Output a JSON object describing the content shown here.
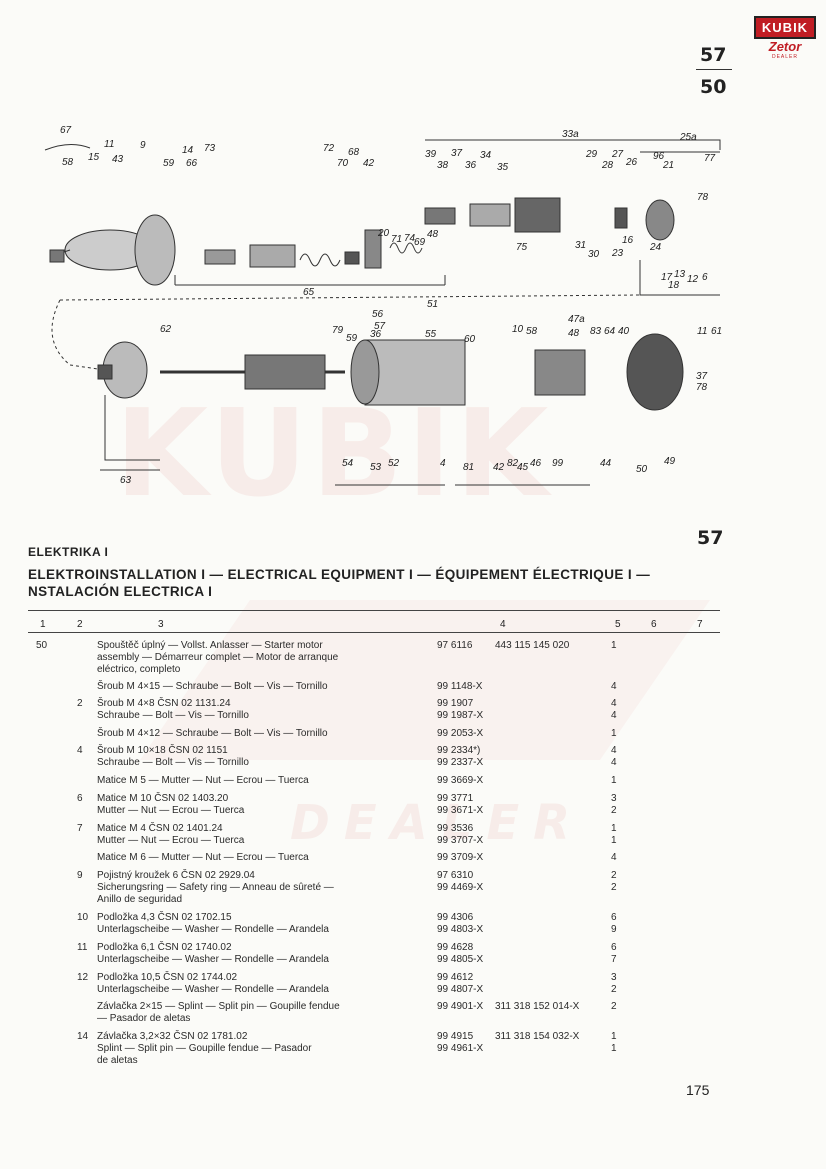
{
  "logo": {
    "brand": "KUBIK",
    "sub": "Zetor",
    "dealer": "DEALER"
  },
  "page_ref": {
    "top": "57",
    "bottom": "50"
  },
  "figure_number": "57",
  "diagram_labels": [
    "67",
    "58",
    "15",
    "11",
    "43",
    "9",
    "59",
    "14",
    "66",
    "73",
    "72",
    "70",
    "68",
    "42",
    "39",
    "38",
    "37",
    "36",
    "34",
    "35",
    "20",
    "71",
    "74",
    "69",
    "48",
    "65",
    "75",
    "33a",
    "29",
    "28",
    "27",
    "26",
    "23",
    "31",
    "30",
    "16",
    "96",
    "21",
    "25a",
    "77",
    "78",
    "17",
    "13",
    "12",
    "6",
    "18",
    "24",
    "51",
    "56",
    "57",
    "55",
    "36",
    "60",
    "62",
    "79",
    "59",
    "10",
    "58",
    "47a",
    "48",
    "83",
    "64",
    "40",
    "11",
    "61",
    "37",
    "78",
    "49",
    "50",
    "44",
    "81",
    "42",
    "82",
    "45",
    "46",
    "99",
    "4",
    "52",
    "54",
    "53",
    "63"
  ],
  "headings": {
    "title": "ELEKTRIKA I",
    "line1": "ELEKTROINSTALLATION I — ELECTRICAL EQUIPMENT I — ÉQUIPEMENT ÉLECTRIQUE I —",
    "line2": "NSTALACIÓN ELECTRICA I"
  },
  "columns": [
    "1",
    "2",
    "3",
    "4",
    "5",
    "6",
    "7"
  ],
  "rows": [
    {
      "fig": "50",
      "pos": "",
      "desc": [
        "Spouštěč úplný — Vollst. Anlasser — Starter motor",
        "assembly — Démarreur complet — Motor de arranque",
        "eléctrico, completo"
      ],
      "part": [
        "97 6116"
      ],
      "alt": [
        "443 115 145 020"
      ],
      "qty": [
        "1"
      ]
    },
    {
      "fig": "",
      "pos": "",
      "desc": [
        "Šroub M 4×15 — Schraube — Bolt — Vis — Tornillo"
      ],
      "part": [
        "99 1148-X"
      ],
      "alt": [
        ""
      ],
      "qty": [
        "4"
      ]
    },
    {
      "fig": "",
      "pos": "2",
      "desc": [
        "Šroub M 4×8  ČSN 02 1131.24",
        "Schraube — Bolt — Vis — Tornillo"
      ],
      "part": [
        "99 1907",
        "99 1987-X"
      ],
      "alt": [
        "",
        ""
      ],
      "qty": [
        "4",
        "4"
      ]
    },
    {
      "fig": "",
      "pos": "",
      "desc": [
        "Šroub M 4×12 — Schraube — Bolt — Vis — Tornillo"
      ],
      "part": [
        "99 2053-X"
      ],
      "alt": [
        ""
      ],
      "qty": [
        "1"
      ]
    },
    {
      "fig": "",
      "pos": "4",
      "desc": [
        "Šroub M 10×18  ČSN 02 1151",
        "Schraube — Bolt — Vis — Tornillo"
      ],
      "part": [
        "99 2334*)",
        "99 2337-X"
      ],
      "alt": [
        "",
        ""
      ],
      "qty": [
        "4",
        "4"
      ]
    },
    {
      "fig": "",
      "pos": "",
      "desc": [
        "Matice M 5 — Mutter — Nut — Ecrou — Tuerca"
      ],
      "part": [
        "99 3669-X"
      ],
      "alt": [
        ""
      ],
      "qty": [
        "1"
      ]
    },
    {
      "fig": "",
      "pos": "6",
      "desc": [
        "Matice M 10  ČSN 02 1403.20",
        "Mutter — Nut — Ecrou — Tuerca"
      ],
      "part": [
        "99 3771",
        "99 3671-X"
      ],
      "alt": [
        "",
        ""
      ],
      "qty": [
        "3",
        "2"
      ]
    },
    {
      "fig": "",
      "pos": "7",
      "desc": [
        "Matice M 4  ČSN 02 1401.24",
        "Mutter — Nut — Ecrou — Tuerca"
      ],
      "part": [
        "99 3536",
        "99 3707-X"
      ],
      "alt": [
        "",
        ""
      ],
      "qty": [
        "1",
        "1"
      ]
    },
    {
      "fig": "",
      "pos": "",
      "desc": [
        "Matice M 6 — Mutter — Nut — Ecrou — Tuerca"
      ],
      "part": [
        "99 3709-X"
      ],
      "alt": [
        ""
      ],
      "qty": [
        "4"
      ]
    },
    {
      "fig": "",
      "pos": "9",
      "desc": [
        "Pojistný kroužek 6  ČSN 02 2929.04",
        "Sicherungsring — Safety ring — Anneau de sûreté —",
        "Anillo de seguridad"
      ],
      "part": [
        "97 6310",
        "99 4469-X"
      ],
      "alt": [
        "",
        ""
      ],
      "qty": [
        "2",
        "2"
      ]
    },
    {
      "fig": "",
      "pos": "10",
      "desc": [
        "Podložka 4,3  ČSN 02 1702.15",
        "Unterlagscheibe — Washer — Rondelle — Arandela"
      ],
      "part": [
        "99 4306",
        "99 4803-X"
      ],
      "alt": [
        "",
        ""
      ],
      "qty": [
        "6",
        "9"
      ]
    },
    {
      "fig": "",
      "pos": "11",
      "desc": [
        "Podložka 6,1  ČSN 02 1740.02",
        "Unterlagscheibe — Washer — Rondelle — Arandela"
      ],
      "part": [
        "99 4628",
        "99 4805-X"
      ],
      "alt": [
        "",
        ""
      ],
      "qty": [
        "6",
        "7"
      ]
    },
    {
      "fig": "",
      "pos": "12",
      "desc": [
        "Podložka 10,5  ČSN 02 1744.02",
        "Unterlagscheibe — Washer — Rondelle — Arandela"
      ],
      "part": [
        "99 4612",
        "99 4807-X"
      ],
      "alt": [
        "",
        ""
      ],
      "qty": [
        "3",
        "2"
      ]
    },
    {
      "fig": "",
      "pos": "",
      "desc": [
        "Závlačka 2×15 — Splint — Split pin — Goupille fendue",
        "— Pasador de aletas"
      ],
      "part": [
        "99 4901-X"
      ],
      "alt": [
        "311 318 152 014-X"
      ],
      "qty": [
        "2"
      ]
    },
    {
      "fig": "",
      "pos": "14",
      "desc": [
        "Závlačka 3,2×32  ČSN 02 1781.02",
        "Splint — Split pin — Goupille fendue — Pasador",
        "de aletas"
      ],
      "part": [
        "99 4915",
        "99 4961-X"
      ],
      "alt": [
        "",
        "311 318 154 032-X"
      ],
      "qty": [
        "1",
        "1"
      ]
    }
  ],
  "page_number": "175"
}
